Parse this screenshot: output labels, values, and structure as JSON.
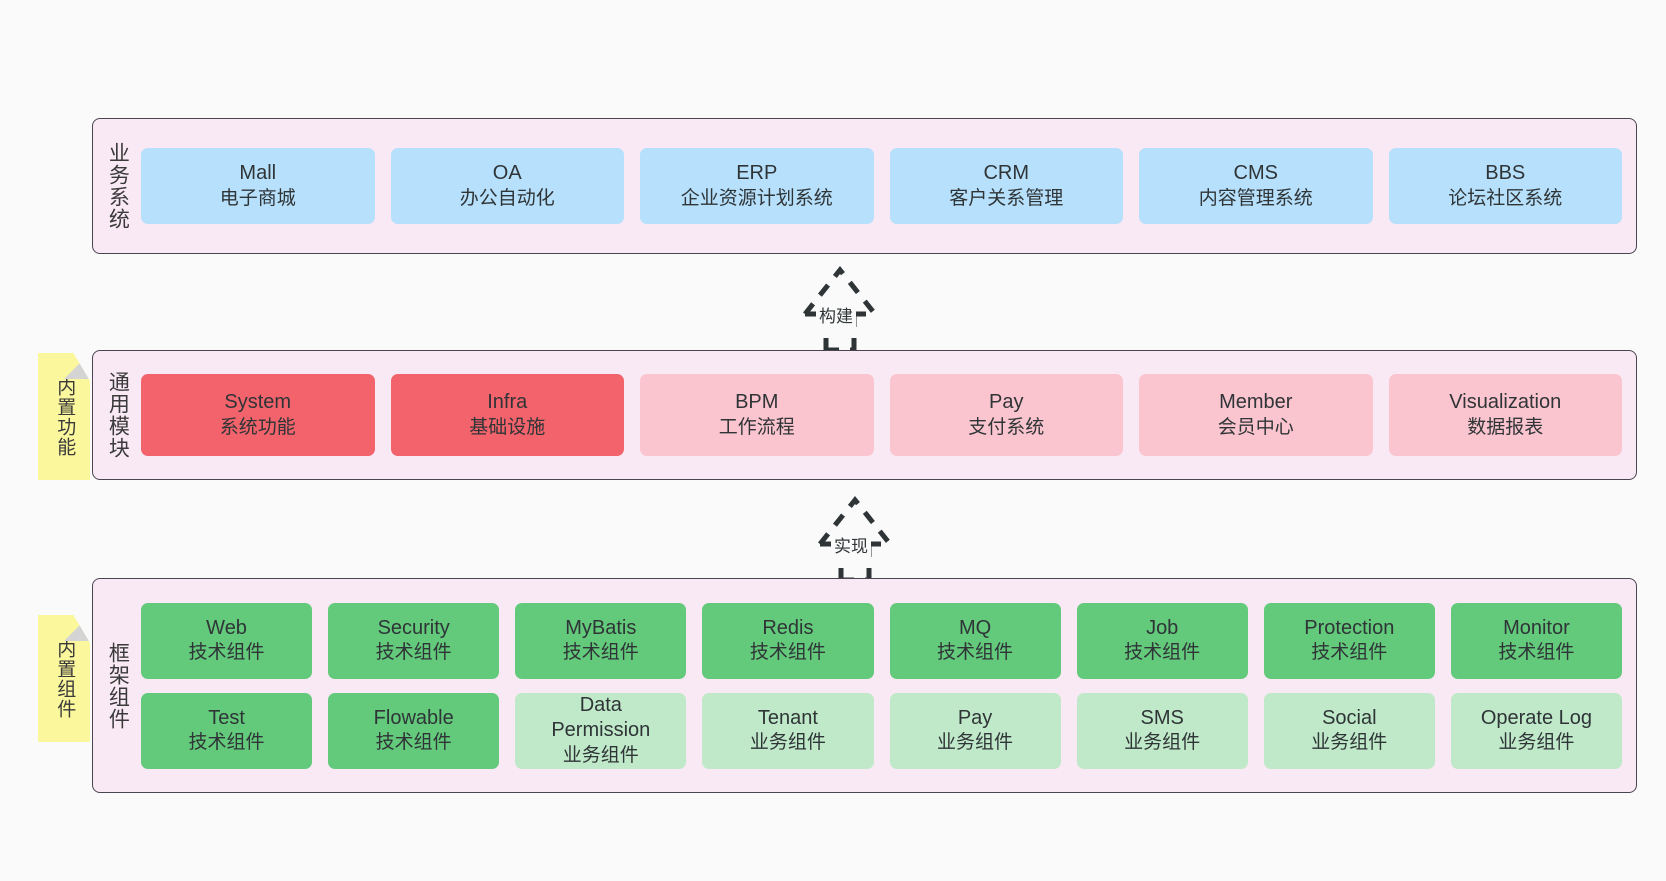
{
  "diagram": {
    "background": "#fafafa",
    "layer_border": "#4a4550",
    "layer_fill": "#f9e9f4",
    "note_fill": "#fbf79c"
  },
  "layers": {
    "business": {
      "title": "业务系统",
      "accent": "#b6e0fb",
      "cards": [
        {
          "name": "Mall",
          "desc": "电子商城"
        },
        {
          "name": "OA",
          "desc": "办公自动化"
        },
        {
          "name": "ERP",
          "desc": "企业资源计划系统"
        },
        {
          "name": "CRM",
          "desc": "客户关系管理"
        },
        {
          "name": "CMS",
          "desc": "内容管理系统"
        },
        {
          "name": "BBS",
          "desc": "论坛社区系统"
        }
      ]
    },
    "modules": {
      "title": "通用模块",
      "note": "内置功能",
      "accent_high": "#f2636b",
      "accent_low": "#fbc5cf",
      "cards": [
        {
          "name": "System",
          "desc": "系统功能",
          "style": "mod-hi"
        },
        {
          "name": "Infra",
          "desc": "基础设施",
          "style": "mod-hi"
        },
        {
          "name": "BPM",
          "desc": "工作流程",
          "style": "mod-lo"
        },
        {
          "name": "Pay",
          "desc": "支付系统",
          "style": "mod-lo"
        },
        {
          "name": "Member",
          "desc": "会员中心",
          "style": "mod-lo"
        },
        {
          "name": "Visualization",
          "desc": "数据报表",
          "style": "mod-lo"
        }
      ]
    },
    "framework": {
      "title": "框架组件",
      "note": "内置组件",
      "accent_tech": "#63c97b",
      "accent_biz": "#bfe9c8",
      "row1": [
        {
          "name": "Web",
          "desc": "技术组件",
          "style": "tech"
        },
        {
          "name": "Security",
          "desc": "技术组件",
          "style": "tech"
        },
        {
          "name": "MyBatis",
          "desc": "技术组件",
          "style": "tech"
        },
        {
          "name": "Redis",
          "desc": "技术组件",
          "style": "tech"
        },
        {
          "name": "MQ",
          "desc": "技术组件",
          "style": "tech"
        },
        {
          "name": "Job",
          "desc": "技术组件",
          "style": "tech"
        },
        {
          "name": "Protection",
          "desc": "技术组件",
          "style": "tech"
        },
        {
          "name": "Monitor",
          "desc": "技术组件",
          "style": "tech"
        }
      ],
      "row2": [
        {
          "name": "Test",
          "desc": "技术组件",
          "style": "tech"
        },
        {
          "name": "Flowable",
          "desc": "技术组件",
          "style": "tech"
        },
        {
          "name": "Data Permission",
          "desc": "业务组件",
          "style": "biz-comp"
        },
        {
          "name": "Tenant",
          "desc": "业务组件",
          "style": "biz-comp"
        },
        {
          "name": "Pay",
          "desc": "业务组件",
          "style": "biz-comp"
        },
        {
          "name": "SMS",
          "desc": "业务组件",
          "style": "biz-comp"
        },
        {
          "name": "Social",
          "desc": "业务组件",
          "style": "biz-comp"
        },
        {
          "name": "Operate Log",
          "desc": "业务组件",
          "style": "biz-comp"
        }
      ]
    }
  },
  "arrows": [
    {
      "label": "构建",
      "from": "通用模块",
      "to": "业务系统"
    },
    {
      "label": "实现",
      "from": "框架组件",
      "to": "通用模块"
    }
  ]
}
